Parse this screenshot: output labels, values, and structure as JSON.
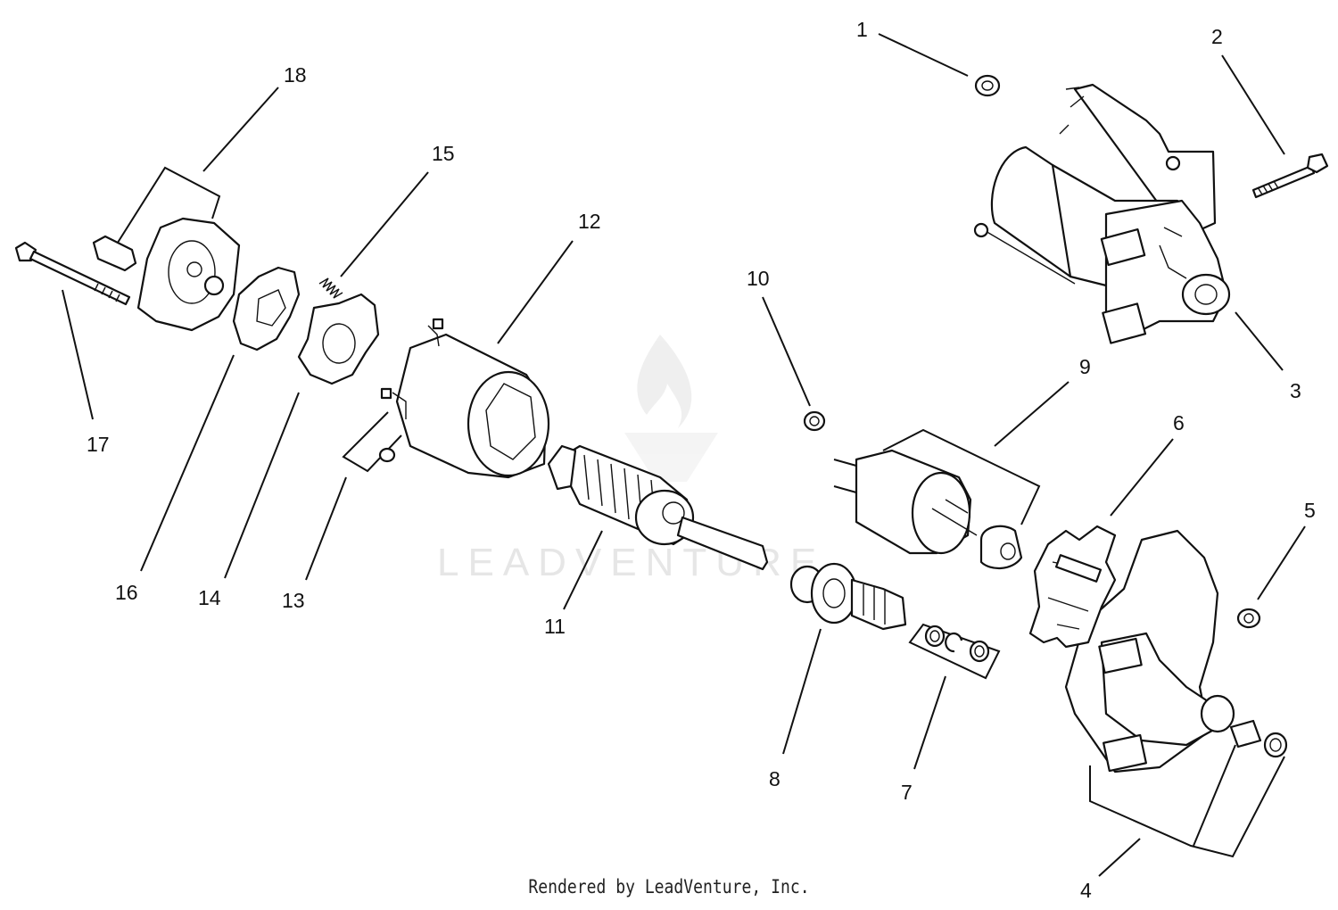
{
  "diagram": {
    "part_numbers": [
      "1",
      "2",
      "3",
      "4",
      "5",
      "6",
      "7",
      "8",
      "9",
      "10",
      "11",
      "12",
      "13",
      "14",
      "15",
      "16",
      "17",
      "18"
    ],
    "watermark": "LEADVENTURE",
    "footer": "Rendered by LeadVenture, Inc."
  }
}
